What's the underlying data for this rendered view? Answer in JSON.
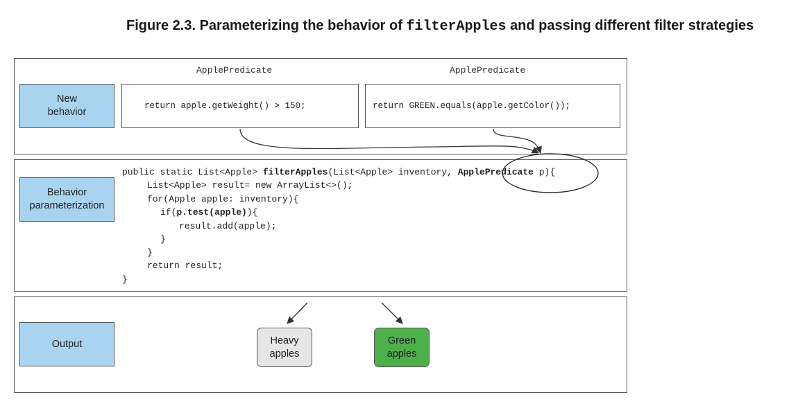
{
  "caption": {
    "prefix": "Figure 2.3. Parameterizing the behavior of ",
    "code": "filterApples",
    "suffix": " and passing different filter strategies"
  },
  "rows": {
    "new_behavior": "New\nbehavior",
    "parameterization": "Behavior\nparameterization",
    "output": "Output"
  },
  "strategies": [
    {
      "title": "ApplePredicate",
      "code": "return apple.getWeight() > 150;"
    },
    {
      "title": "ApplePredicate",
      "code": "return GREEN.equals(apple.getColor());"
    }
  ],
  "code": {
    "line1_a": "public static List<Apple> ",
    "line1_b": "filterApples",
    "line1_c": "(List<Apple> inventory, ",
    "line1_d": "ApplePredicate",
    "line1_e": " p){",
    "line2": "List<Apple> result= new ArrayList<>();",
    "line3": "for(Apple apple: inventory){",
    "line4_a": "if(",
    "line4_b": "p.test(apple)",
    "line4_c": "){",
    "line5": "result.add(apple);",
    "line6": "}",
    "line7": "}",
    "line8": "return result;",
    "line9": "}"
  },
  "outputs": [
    {
      "label": "Heavy\napples",
      "color": "#e6e6e6"
    },
    {
      "label": "Green\napples",
      "color": "#4db04a"
    }
  ],
  "colors": {
    "label_fill": "#a8d4f0",
    "border": "#555555",
    "heavy_fill": "#e6e6e6",
    "green_fill": "#4db04a"
  }
}
